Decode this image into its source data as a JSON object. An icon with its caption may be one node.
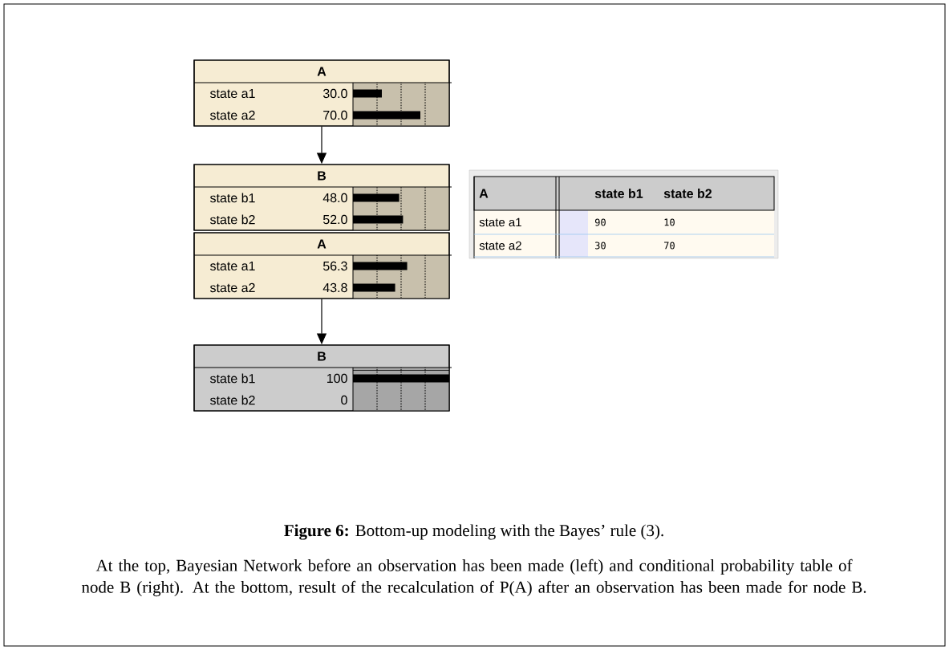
{
  "diagram": {
    "caption": "**Figure 6:** Bottom-up modeling with the Bayes’ rule (3).",
    "nodes": [
      {
        "text": [
          "A",
          "state a1",
          "30.0",
          "state a2",
          "70.0"
        ]
      },
      {
        "text": [
          "B",
          "state b1",
          "48.0",
          "state b2",
          "52.0"
        ]
      },
      {
        "text": [
          "A",
          "state a1",
          "56.3",
          "state a2",
          "43.8"
        ]
      },
      {
        "text": [
          "B",
          "state b1",
          "100",
          "state b2",
          "0"
        ]
      }
    ],
    "edges": [
      {
        "from": 0,
        "to": 1,
        "arrow": "to"
      },
      {
        "from": 2,
        "to": 3,
        "arrow": "to"
      }
    ],
    "labels": [
      "A",
      "state b1",
      "state b2",
      "state a1",
      "90",
      "10",
      "state a2",
      "30",
      "70",
      "At the top, Bayesian Network before an observation has been made (left) and conditional probability table of node B (right). At the bottom, result of the recalculation of P(A) after an observation has been made for node B."
    ]
  }
}
